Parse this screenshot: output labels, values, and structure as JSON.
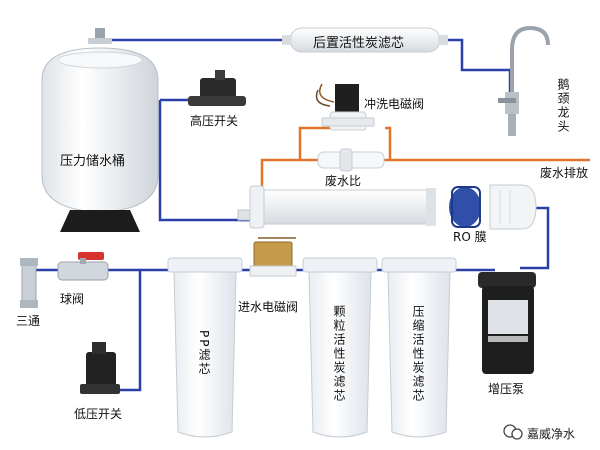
{
  "labels": {
    "post_carbon_filter": "后置活性炭滤芯",
    "faucet": "鹅颈龙头",
    "pressure_tank": "压力储水桶",
    "high_pressure_switch": "高压开关",
    "flush_solenoid": "冲洗电磁阀",
    "waste_ratio": "废水比",
    "waste_drain": "废水排放",
    "ro_membrane": "RO 膜",
    "tee": "三通",
    "ball_valve": "球阀",
    "inlet_solenoid": "进水电磁阀",
    "pp_filter": "PP滤芯",
    "gac_filter": "颗粒活性炭滤芯",
    "cto_filter": "压缩活性炭滤芯",
    "low_pressure_switch": "低压开关",
    "booster_pump": "增压泵"
  },
  "watermark": "嘉威净水",
  "colors": {
    "pure_water_pipe": "#2b3fa8",
    "waste_water_pipe": "#e2742c",
    "component_white": "#f4f6f8",
    "component_dark": "#222222",
    "membrane_blue": "#2f4fa8"
  }
}
